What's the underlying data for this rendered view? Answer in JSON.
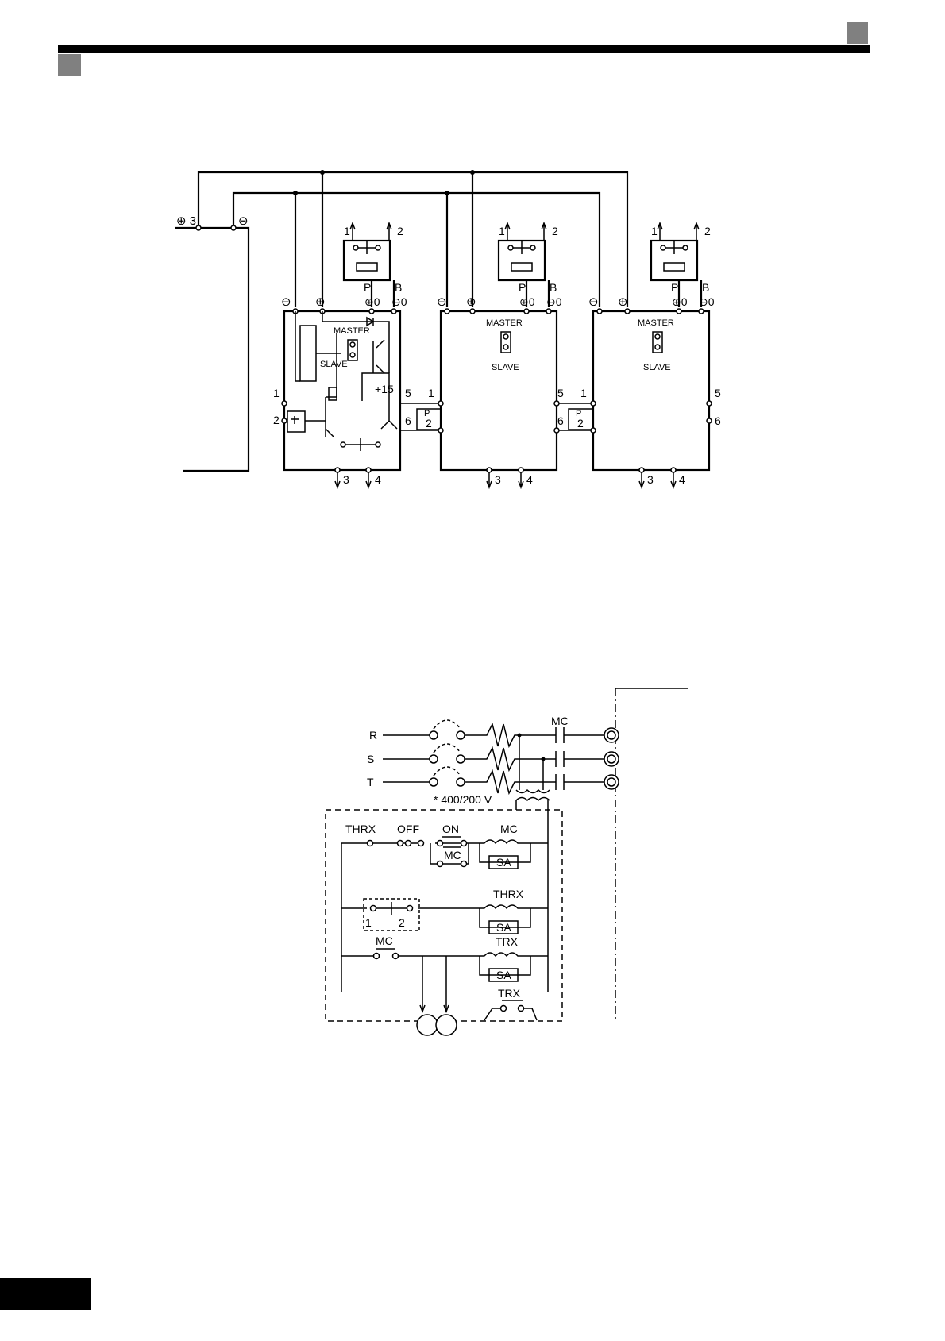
{
  "header": {
    "bar_color": "#000000",
    "corner_square_color": "#808080"
  },
  "diagram1": {
    "input_labels": {
      "plus": "⊕ 3",
      "minus": "⊖"
    },
    "units": [
      {
        "top_terminals": {
          "t1": "1",
          "t2": "2"
        },
        "pb_terminals": {
          "p": "P",
          "b": "B"
        },
        "bus_labels": {
          "minus": "⊖",
          "plus": "⊕",
          "plus0": "⊕0",
          "minus0": "⊖0"
        },
        "master_label": "MASTER",
        "slave_label": "SLAVE",
        "side_terminals": {
          "t1": "1",
          "t2": "2",
          "t15": "+15",
          "t5": "5",
          "t6": "6",
          "tp2": "2",
          "p": "P"
        },
        "bottom_terminals": {
          "t3": "3",
          "t4": "4"
        }
      },
      {
        "top_terminals": {
          "t1": "1",
          "t2": "2"
        },
        "pb_terminals": {
          "p": "P",
          "b": "B"
        },
        "bus_labels": {
          "minus": "⊖",
          "plus": "⊕",
          "plus0": "⊕0",
          "minus0": "⊖0"
        },
        "master_label": "MASTER",
        "slave_label": "SLAVE",
        "side_terminals": {
          "t1": "1",
          "t5": "5",
          "t6": "6",
          "tp2": "2",
          "p": "P"
        },
        "bottom_terminals": {
          "t3": "3",
          "t4": "4"
        }
      },
      {
        "top_terminals": {
          "t1": "1",
          "t2": "2"
        },
        "pb_terminals": {
          "p": "P",
          "b": "B"
        },
        "bus_labels": {
          "minus": "⊖",
          "plus": "⊕",
          "plus0": "⊕0",
          "minus0": "⊖0"
        },
        "master_label": "MASTER",
        "slave_label": "SLAVE",
        "side_terminals": {
          "t1": "1",
          "t5": "5",
          "t6": "6"
        },
        "bottom_terminals": {
          "t3": "3",
          "t4": "4"
        }
      }
    ]
  },
  "diagram2": {
    "phases": [
      "R",
      "S",
      "T"
    ],
    "mc_label": "MC",
    "transformer_label": "*  400/200 V",
    "rung1": {
      "thrx": "THRX",
      "off": "OFF",
      "on": "ON",
      "mc_contact": "MC",
      "mc_coil": "MC",
      "sa": "SA"
    },
    "rung2": {
      "t1": "1",
      "t2": "2",
      "coil": "THRX",
      "sa": "SA"
    },
    "rung3": {
      "mc_contact": "MC",
      "coil": "TRX",
      "sa": "SA"
    },
    "rung4": {
      "trx_contact": "TRX"
    }
  }
}
